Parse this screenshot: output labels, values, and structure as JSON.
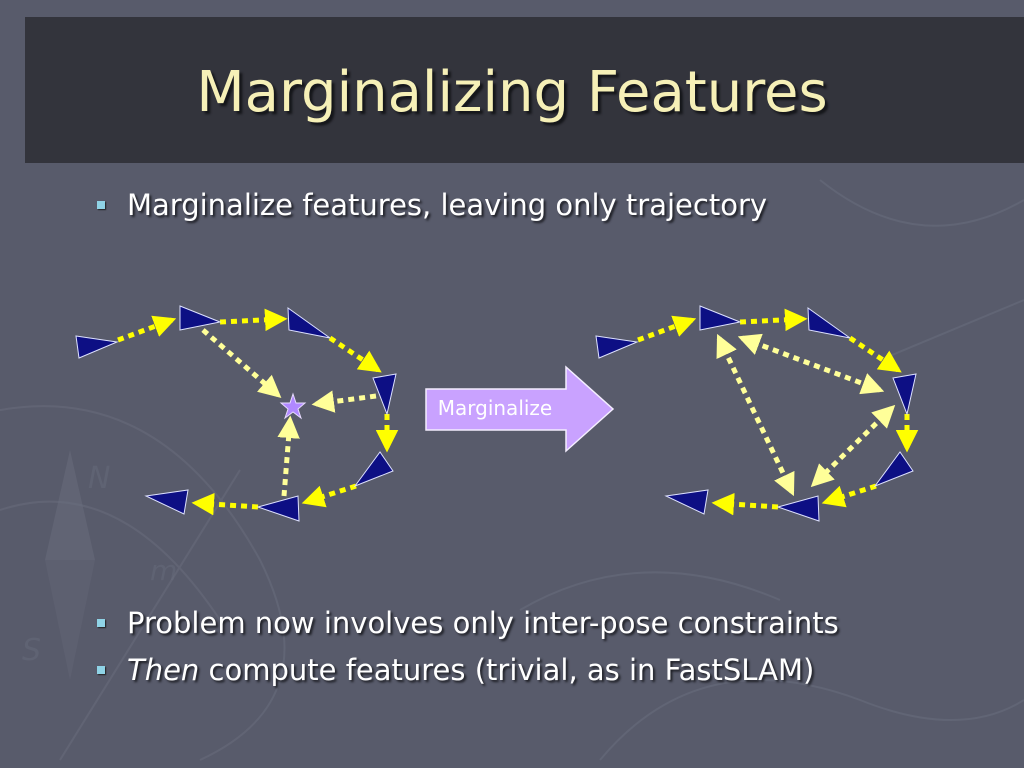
{
  "slide": {
    "title": "Marginalizing Features",
    "bullets": [
      {
        "text": "Marginalize features, leaving only trajectory"
      },
      {
        "text": "Problem now involves only inter-pose constraints"
      },
      {
        "emphasis": "Then",
        "text": " compute features (trivial, as in FastSLAM)"
      }
    ]
  },
  "diagram": {
    "arrow_label": "Marginalize"
  },
  "colors": {
    "background": "#585b6b",
    "title_bar": "#33343c",
    "title_text": "#f6f0b7",
    "bullet_marker": "#8fd3e6",
    "pose_fill": "#0d0f84",
    "constraint": "#ffff00",
    "feature_constraint": "#ffff99",
    "arrow_fill": "#c9a2ff"
  }
}
